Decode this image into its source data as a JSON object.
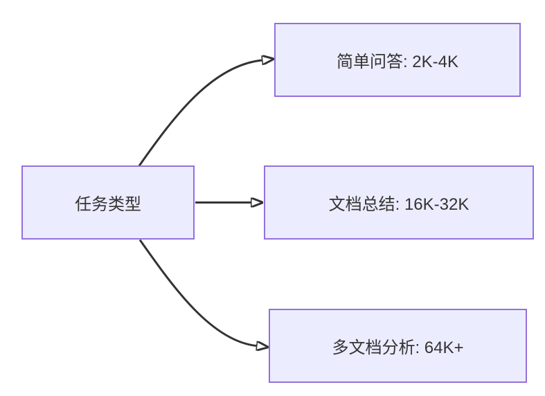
{
  "diagram": {
    "type": "flowchart",
    "direction": "left-to-right",
    "root": {
      "id": "task-type",
      "label": "任务类型"
    },
    "children": [
      {
        "id": "simple-qa",
        "label": "简单问答: 2K-4K"
      },
      {
        "id": "doc-summary",
        "label": "文档总结: 16K-32K"
      },
      {
        "id": "multi-doc",
        "label": "多文档分析: 64K+"
      }
    ],
    "edges": [
      {
        "from": "task-type",
        "to": "simple-qa"
      },
      {
        "from": "task-type",
        "to": "doc-summary"
      },
      {
        "from": "task-type",
        "to": "multi-doc"
      }
    ],
    "colors": {
      "node_fill": "#ECECFF",
      "node_border": "#9370DB",
      "edge": "#333333",
      "text": "#333333",
      "background": "#FFFFFF"
    }
  }
}
